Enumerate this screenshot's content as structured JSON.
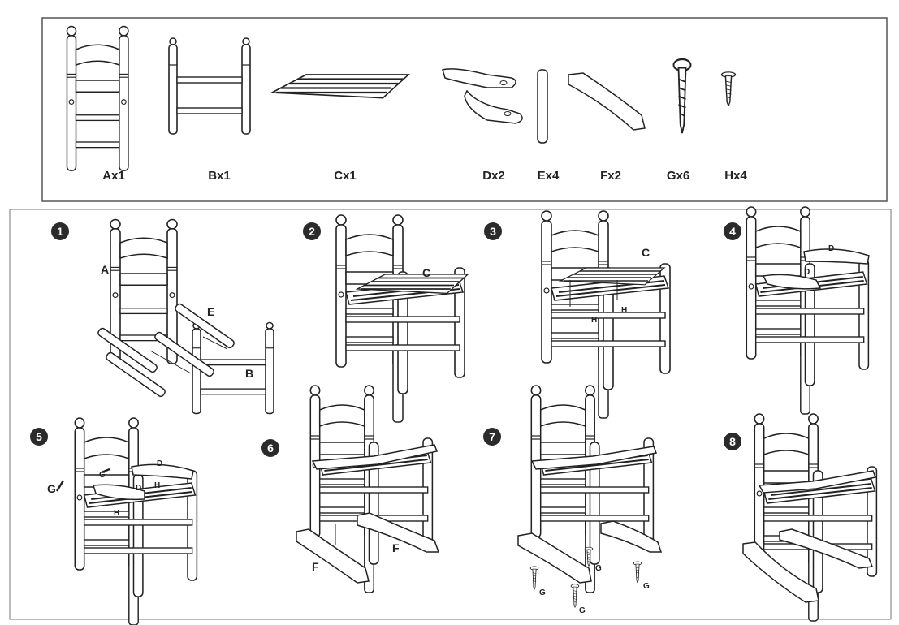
{
  "parts": [
    {
      "label": "Ax1"
    },
    {
      "label": "Bx1"
    },
    {
      "label": "Cx1"
    },
    {
      "label": "Dx2"
    },
    {
      "label": "Ex4"
    },
    {
      "label": "Fx2"
    },
    {
      "label": "Gx6"
    },
    {
      "label": "Hx4"
    }
  ],
  "steps": [
    "1",
    "2",
    "3",
    "4",
    "5",
    "6",
    "7",
    "8"
  ],
  "callouts": {
    "s1": [
      "A",
      "E",
      "B"
    ],
    "s2": [
      "C"
    ],
    "s3": [
      "C",
      "H",
      "H"
    ],
    "s4": [
      "D",
      "D"
    ],
    "s5": [
      "G",
      "G",
      "D",
      "D",
      "H",
      "H"
    ],
    "s6": [
      "F",
      "F"
    ],
    "s7": [
      "G",
      "G",
      "G",
      "G"
    ]
  },
  "colors": {
    "ink": "#222222",
    "frame": "#555555",
    "badge": "#2b2b2b",
    "paper": "#ffffff"
  }
}
